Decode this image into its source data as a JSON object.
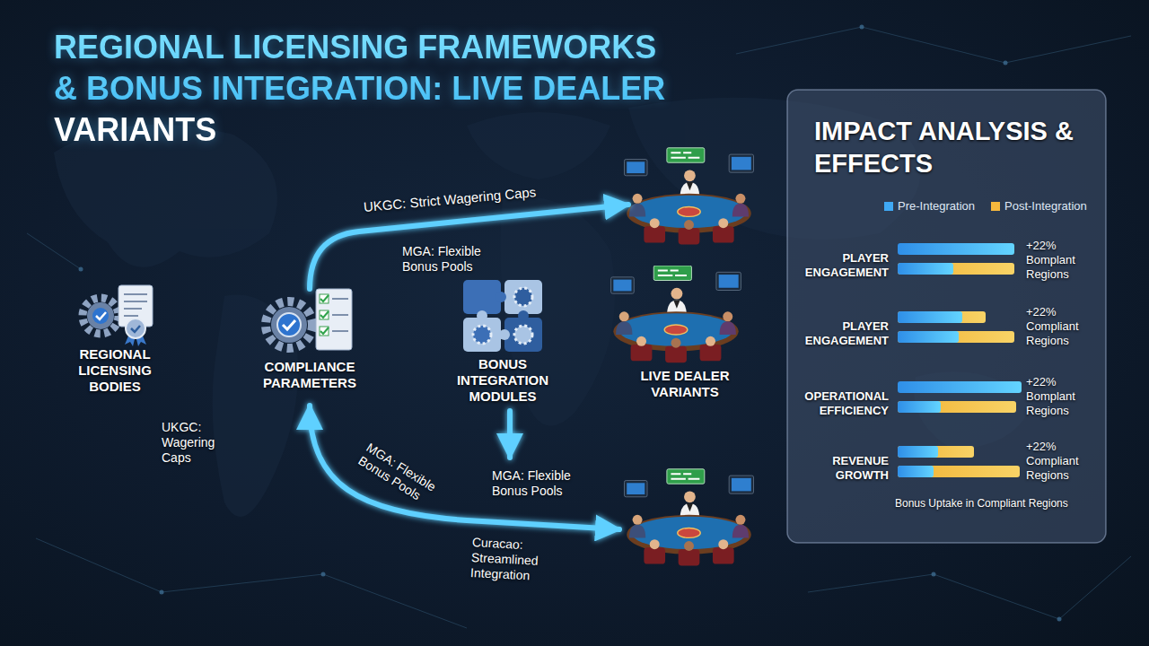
{
  "diagram": {
    "title": "REGIONAL LICENSING FRAMEWORKS & BONUS INTEGRATION: LIVE DEALER VARIANTS",
    "nodes": [
      {
        "text": [
          "REGIONAL LICENSING BODIES"
        ]
      },
      {
        "text": [
          "COMPLIANCE PARAMETERS"
        ]
      },
      {
        "text": [
          "BONUS INTEGRATION MODULES"
        ]
      },
      {
        "text": [
          "LIVE DEALER VARIANTS"
        ]
      },
      {
        "text": [
          "IMPACT ANALYSIS & EFFECTS"
        ]
      }
    ],
    "edges": [
      {
        "from": 0,
        "to": 1,
        "arrow": "to"
      },
      {
        "from": 1,
        "to": 2,
        "arrow": "to"
      },
      {
        "from": 2,
        "to": 3,
        "arrow": "to"
      }
    ],
    "labels": [
      "UKGC: Strict Wagering Caps",
      "MGA: Flexible Bonus Pools",
      "UKGC: Wagering Caps",
      "MGA: Flexible Bonus Pools",
      "MGA: Flexible Bonus Pools",
      "Curacao: Streamlined Integration",
      "PLAYER ENGAGEMENT",
      "+22% Bomplant Regions",
      "PLAYER ENGAGEMENT",
      "+22% Compliant Regions",
      "OPERATIONAL EFFICIENCY",
      "+22% Bomplant Regions",
      "REVENUE GROWTH",
      "+22% Compliant Regions",
      "Bonus Uptake in Compliant Regions"
    ],
    "legend": [
      {
        "text": "Pre-Integration",
        "color": "#3fa9f5"
      },
      {
        "text": "Post-Integration",
        "color": "#f5b83d"
      }
    ]
  }
}
